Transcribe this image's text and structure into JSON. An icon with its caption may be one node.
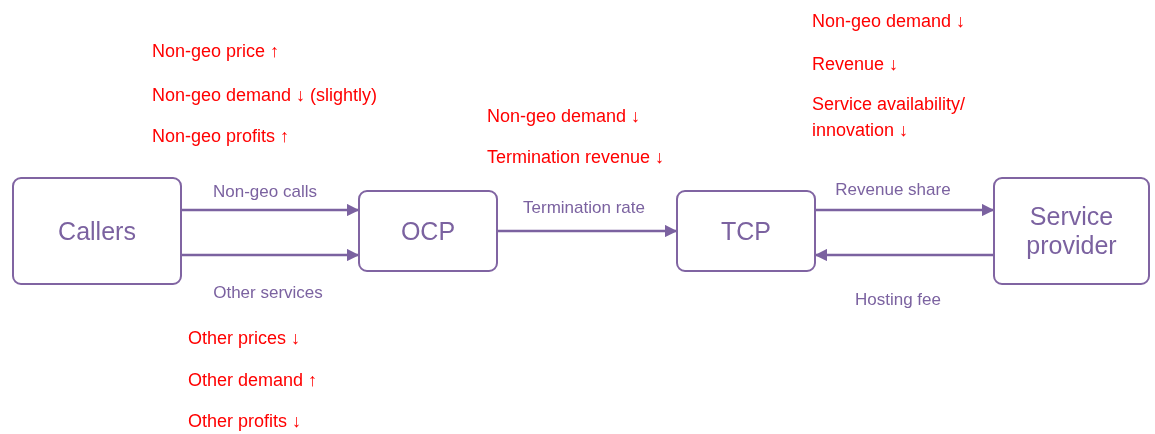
{
  "diagram": {
    "nodes": [
      {
        "text": [
          "Callers"
        ]
      },
      {
        "text": [
          "OCP"
        ]
      },
      {
        "text": [
          "TCP"
        ]
      },
      {
        "text": [
          "Service provider"
        ]
      }
    ],
    "edges": [
      {
        "from": 0,
        "to": 1,
        "arrow": "to",
        "label": "Non-geo calls"
      },
      {
        "from": 0,
        "to": 1,
        "arrow": "to",
        "label": "Other services"
      },
      {
        "from": 1,
        "to": 2,
        "arrow": "to",
        "label": "Termination rate"
      },
      {
        "from": 2,
        "to": 3,
        "arrow": "to",
        "label": "Revenue share"
      },
      {
        "from": 3,
        "to": 2,
        "arrow": "to",
        "label": "Hosting fee"
      }
    ],
    "labels": [
      "Non-geo demand ↓",
      "Revenue ↓",
      "Non-geo price ↑",
      "Service availability/ innovation ↓",
      "Non-geo demand ↓ (slightly)",
      "Non-geo demand ↓",
      "Non-geo profits ↑",
      "Termination revenue ↓",
      "Other prices ↓",
      "Other demand ↑",
      "Other profits ↓"
    ]
  }
}
